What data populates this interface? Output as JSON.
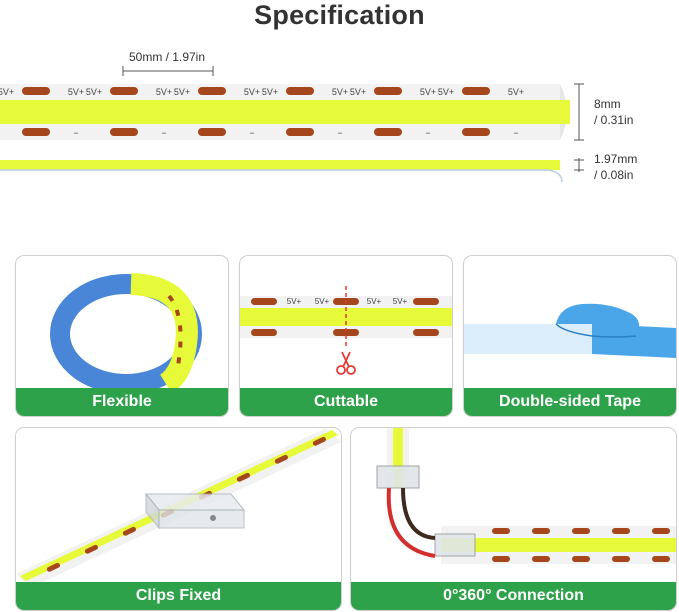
{
  "title": "Specification",
  "spec": {
    "cut_length": "50mm / 1.97in",
    "width": [
      "8mm",
      "/ 0.31in"
    ],
    "thickness": [
      "1.97mm",
      "/ 0.08in"
    ],
    "strip_label": "5V+",
    "minus_label": "−"
  },
  "features": [
    {
      "label": "Flexible"
    },
    {
      "label": "Cuttable"
    },
    {
      "label": "Double-sided Tape"
    },
    {
      "label": "Clips Fixed"
    },
    {
      "label": "0°360° Connection"
    }
  ],
  "colors": {
    "led": "#e6fa3a",
    "pad": "#a5461c",
    "pcb": "#f0f0f0",
    "banner": "#2ea24a",
    "tape": "#4aa6e8",
    "cut": "#e53935"
  },
  "icons": {
    "scissors": "scissors-icon"
  }
}
